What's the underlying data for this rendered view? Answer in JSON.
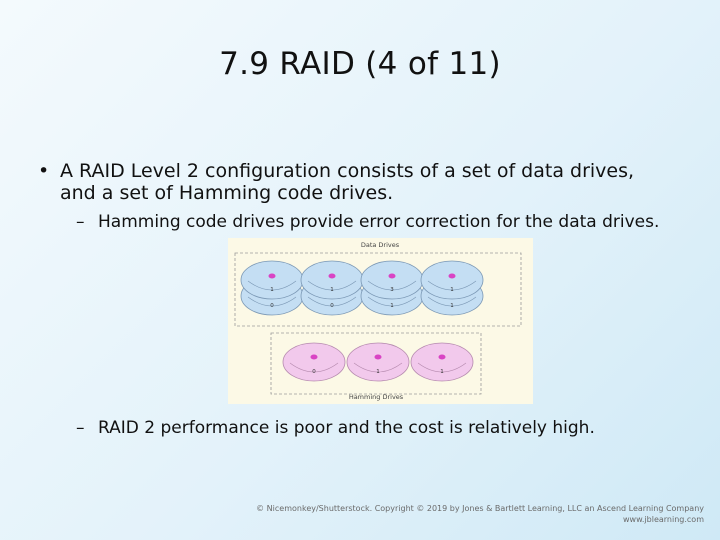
{
  "slide": {
    "title": "7.9 RAID (4 of 11)",
    "bullet_marker": "•",
    "bullet": "A RAID Level 2 configuration consists of a set of data drives, and a set of Hamming code drives.",
    "dash": "–",
    "sub_bullets": [
      "Hamming code drives provide error correction for the data drives.",
      "RAID 2 performance is poor and the cost is relatively high."
    ]
  },
  "figure": {
    "data_label": "Data Drives",
    "hamming_label": "Hamming Drives",
    "data_drive_top_digits": [
      "1",
      "1",
      "3",
      "1"
    ],
    "data_drive_bottom_digits": [
      "0",
      "0",
      "1",
      "1"
    ],
    "hamming_drive_digits": [
      "0",
      "1",
      "1"
    ],
    "colors": {
      "data_disk_fill": "#c4def3",
      "data_disk_stroke": "#7a97b4",
      "hamming_disk_fill": "#f2c9ec",
      "hamming_disk_stroke": "#b58aae",
      "hub": "#d944c4"
    }
  },
  "footer": {
    "copyright": "© Nicemonkey/Shutterstock. Copyright © 2019 by Jones & Bartlett Learning, LLC an Ascend Learning Company",
    "url": "www.jblearning.com"
  }
}
